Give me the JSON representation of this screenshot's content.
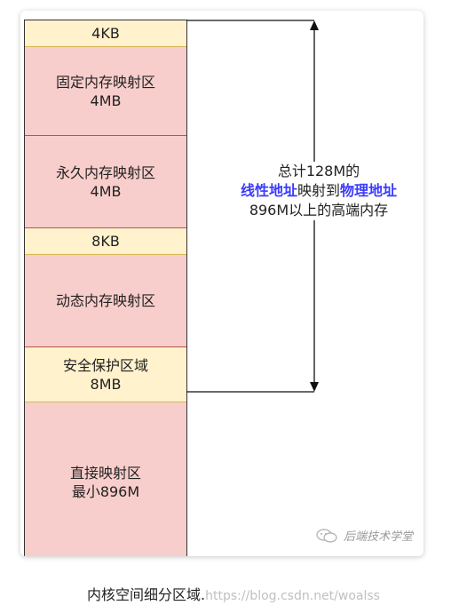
{
  "diagram": {
    "segments": [
      {
        "line1": "4KB",
        "line2": ""
      },
      {
        "line1": "固定内存映射区",
        "line2": "4MB"
      },
      {
        "line1": "永久内存映射区",
        "line2": "4MB"
      },
      {
        "line1": "8KB",
        "line2": ""
      },
      {
        "line1": "动态内存映射区",
        "line2": ""
      },
      {
        "line1": "安全保护区域",
        "line2": "8MB"
      },
      {
        "line1": "直接映射区",
        "line2": "最小896M"
      }
    ],
    "note": {
      "line1": "总计128M的",
      "hl1": "线性地址",
      "mid": "映射到",
      "hl2": "物理地址",
      "line3": "896M以上的高端内存"
    },
    "colors": {
      "yellow_fill": "#fff2cc",
      "pink_fill": "#f8cecc",
      "highlight": "#3b3bff"
    }
  },
  "watermark": {
    "text": "后端技术学堂",
    "icon": "wechat-icon"
  },
  "caption": {
    "text": "内核空间细分区域.",
    "url": "https://blog.csdn.net/woalss"
  }
}
